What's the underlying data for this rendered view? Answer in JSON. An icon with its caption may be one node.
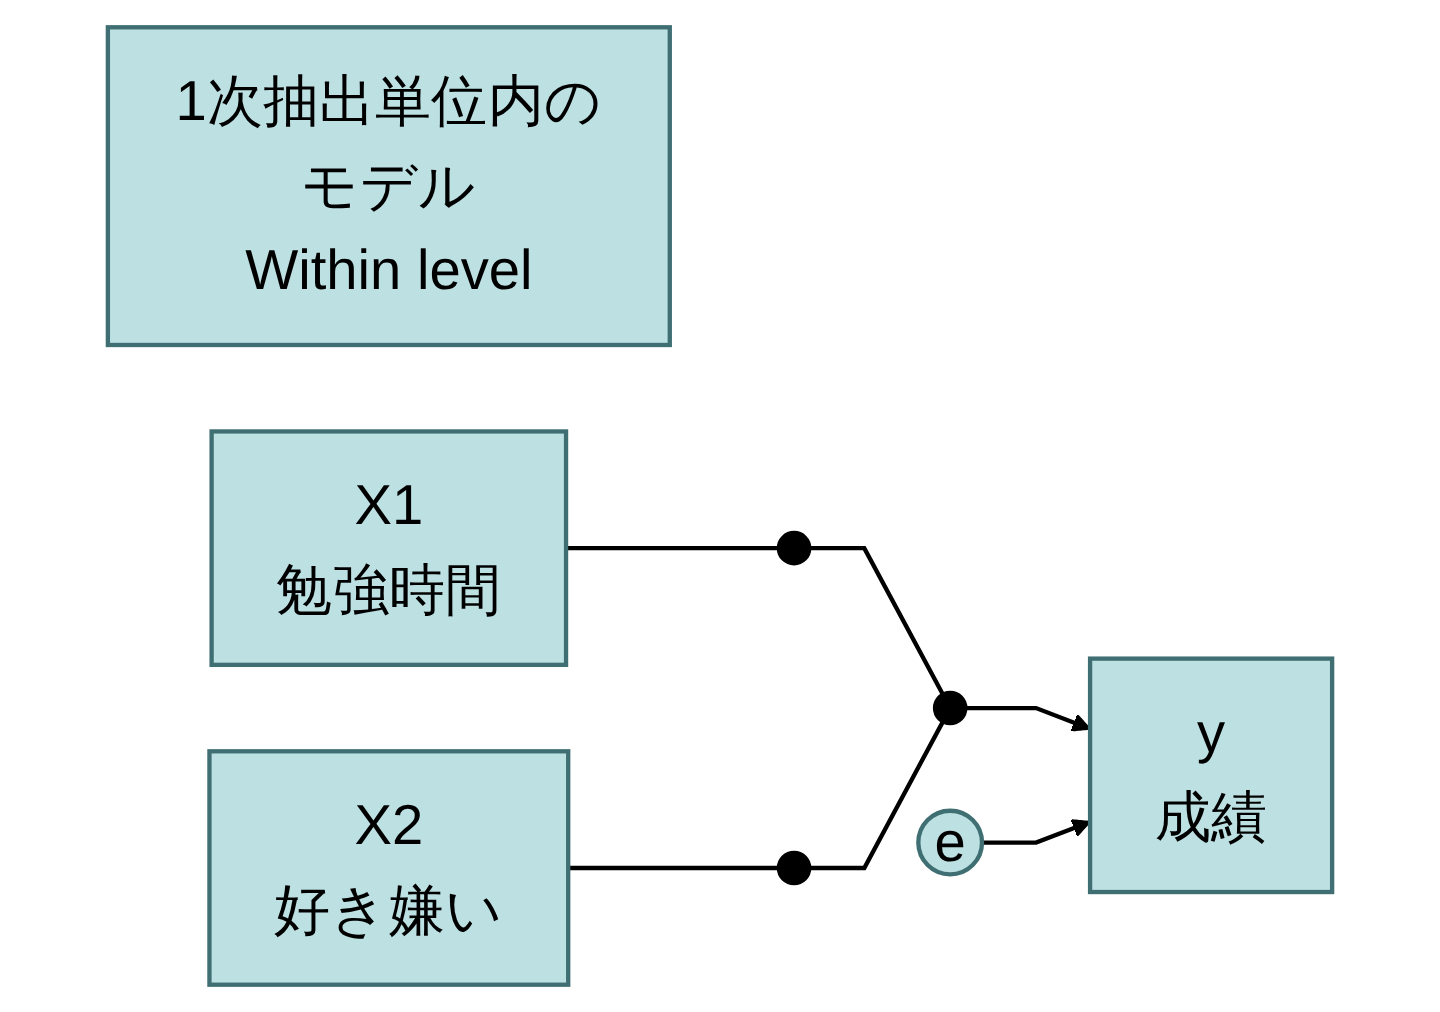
{
  "diagram": {
    "nodes": [
      {
        "text": [
          "1次抽出単位内のモデル",
          "Within level"
        ]
      },
      {
        "text": [
          "X1",
          "勉強時間"
        ]
      },
      {
        "text": [
          "e"
        ]
      },
      {
        "text": [
          "X2",
          "好き嫌い"
        ]
      },
      {
        "text": [
          "y",
          "成績"
        ]
      },
      {
        "text": [],
        "shape": "circle"
      },
      {
        "text": [],
        "shape": "circle"
      },
      {
        "text": [],
        "shape": "circle"
      }
    ],
    "edges": [
      {
        "from": 1,
        "to": 5,
        "arrow": "none"
      },
      {
        "from": 5,
        "to": 7,
        "arrow": "none"
      },
      {
        "from": 3,
        "to": 6,
        "arrow": "none"
      },
      {
        "from": 6,
        "to": 7,
        "arrow": "none"
      },
      {
        "from": 7,
        "to": 4,
        "arrow": "to"
      },
      {
        "from": 2,
        "to": 4,
        "arrow": "to"
      }
    ]
  }
}
